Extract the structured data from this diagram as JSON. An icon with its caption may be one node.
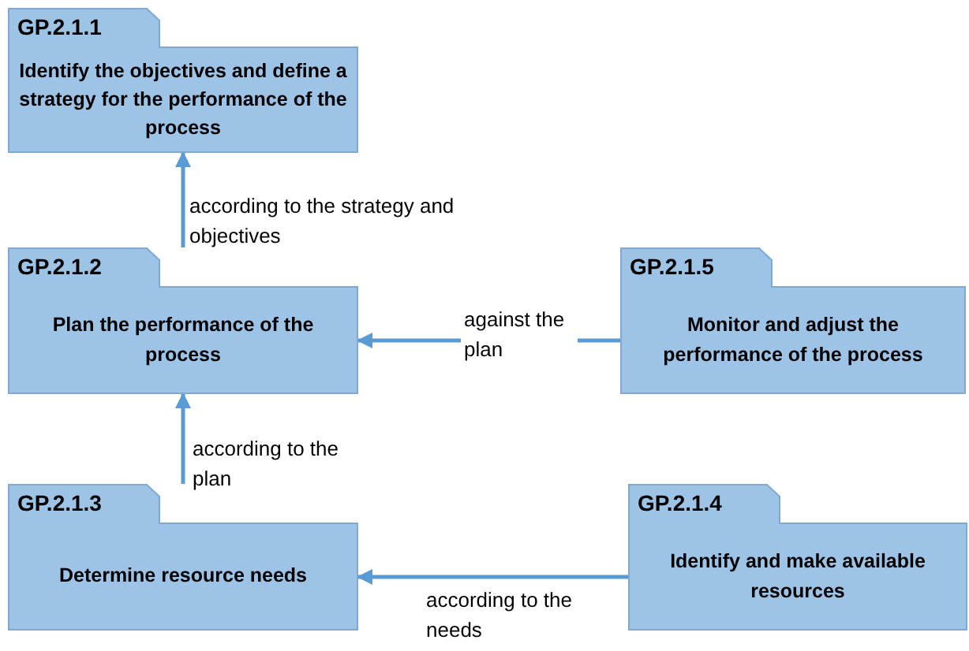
{
  "diagram": {
    "nodes": [
      {
        "text": [
          "GP.2.1.1",
          "Identify the objectives and define a strategy for the performance of the process"
        ]
      },
      {
        "text": [
          "GP.2.1.2",
          "Plan the performance of the process"
        ]
      },
      {
        "text": [
          "GP.2.1.5",
          "Monitor and adjust the performance of the process"
        ]
      },
      {
        "text": [
          "GP.2.1.3",
          "Determine resource needs"
        ]
      },
      {
        "text": [
          "GP.2.1.4",
          "Identify and make available resources"
        ]
      }
    ],
    "edges": [
      {
        "from": 1,
        "to": 0,
        "arrow": "to",
        "label": "according to the strategy and objectives"
      },
      {
        "from": 2,
        "to": 1,
        "arrow": "to",
        "label": "against the plan"
      },
      {
        "from": 3,
        "to": 1,
        "arrow": "to",
        "label": "according to the plan"
      },
      {
        "from": 4,
        "to": 3,
        "arrow": "to",
        "label": "according to the needs"
      }
    ]
  }
}
